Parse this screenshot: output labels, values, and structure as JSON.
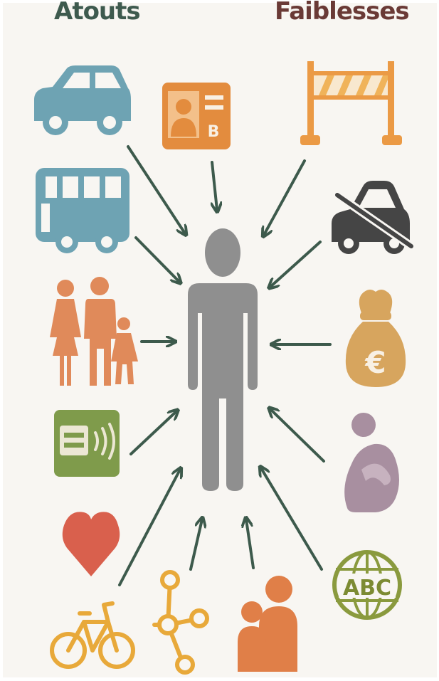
{
  "headings": {
    "strengths": "Atouts",
    "weaknesses": "Faiblesses"
  },
  "colors": {
    "background": "#f8f6f2",
    "arrow": "#3d5a4c",
    "person": "#8f8f8f",
    "car": "#6ea3b3",
    "bus": "#6ea3b3",
    "license": "#e38c3e",
    "family": "#e08a5a",
    "card": "#7f9b4b",
    "heart": "#d9604d",
    "bicycle": "#e8a93a",
    "network": "#e8a93a",
    "parent_child": "#e07f48",
    "barrier_frame": "#eb9a45",
    "barrier_stripes": "#f0b35a",
    "no_car": "#454545",
    "money_bag": "#d7a55e",
    "distress": "#a88fa0",
    "language_globe": "#8a9a3e"
  },
  "license_badge": {
    "letter": "B"
  },
  "money_bag": {
    "symbol": "€"
  },
  "language_globe": {
    "text": "ABC"
  },
  "strengths_icons": [
    "car-icon",
    "bus-icon",
    "driving-license-icon",
    "family-icon",
    "contactless-card-icon",
    "heart-icon",
    "bicycle-icon",
    "network-icon",
    "parent-child-icon"
  ],
  "weaknesses_icons": [
    "road-barrier-icon",
    "no-car-icon",
    "money-bag-icon",
    "distressed-person-icon",
    "language-globe-icon"
  ]
}
